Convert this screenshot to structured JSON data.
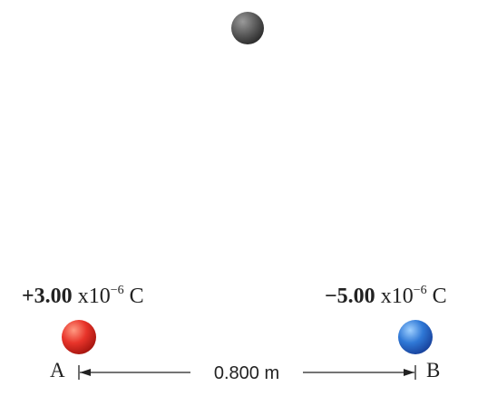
{
  "diagram": {
    "top_sphere": {
      "color": "#555555"
    },
    "charge_a": {
      "value_coefficient": "+3.00",
      "times_ten": " x10",
      "exponent": "−6",
      "unit": " C",
      "point_label": "A",
      "color": "#e8342a"
    },
    "charge_b": {
      "value_coefficient": "−5.00",
      "times_ten": " x10",
      "exponent": "−6",
      "unit": " C",
      "point_label": "B",
      "color": "#2f78d6"
    },
    "distance": {
      "label": "0.800 m"
    }
  }
}
